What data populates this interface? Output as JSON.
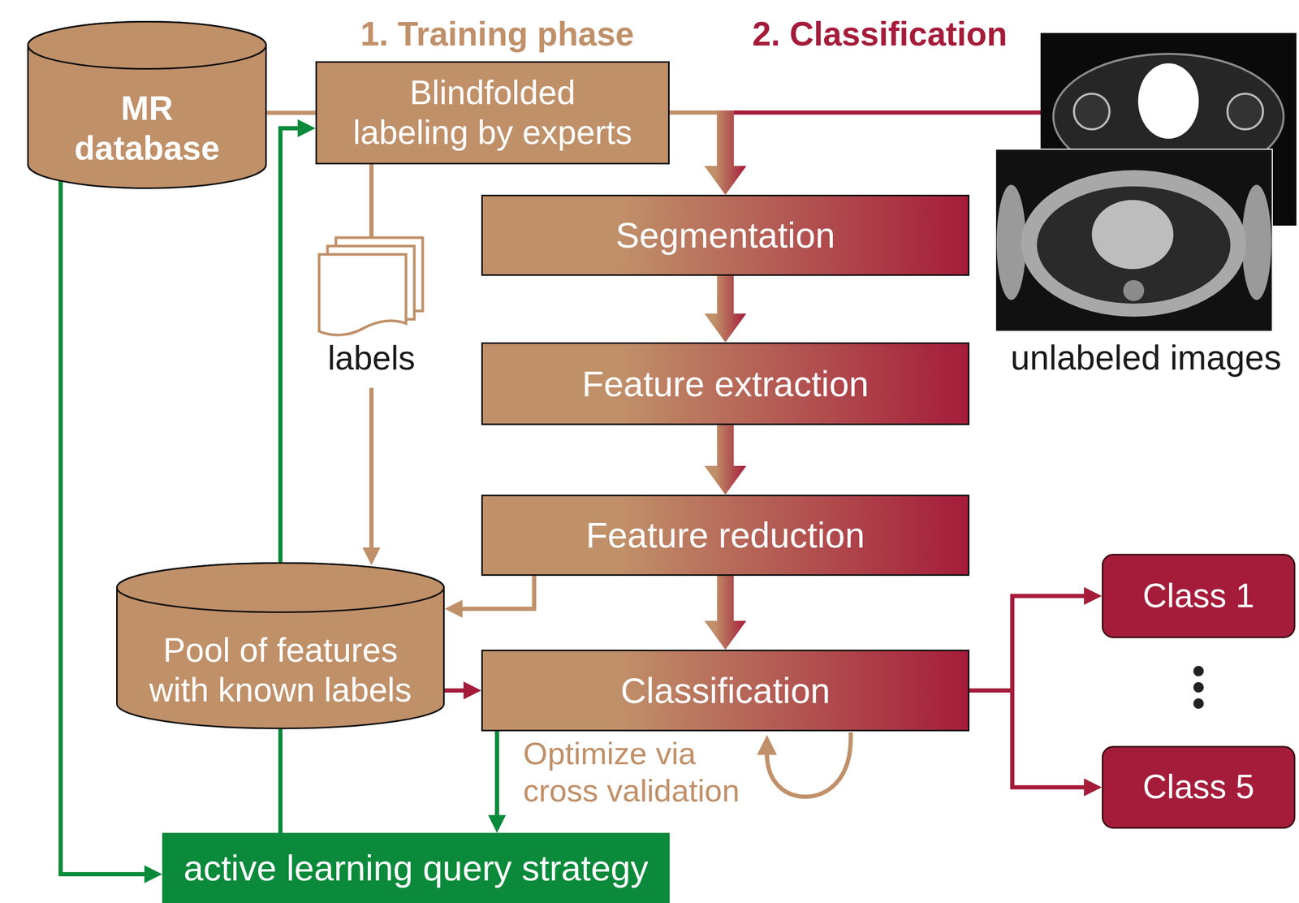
{
  "diagram": {
    "nodes": [
      {
        "text": [
          "MR database"
        ]
      },
      {
        "text": [
          "Blindfolded labeling by experts"
        ]
      },
      {
        "text": [
          "unlabeled images"
        ]
      },
      {
        "text": [
          "Segmentation"
        ]
      },
      {
        "text": [
          "labels"
        ]
      },
      {
        "text": [
          "Feature extraction"
        ]
      },
      {
        "text": [
          "Feature reduction"
        ]
      },
      {
        "text": [
          "Pool of features with known labels"
        ]
      },
      {
        "text": [
          "Classification"
        ]
      },
      {
        "text": [
          "Class 1"
        ]
      },
      {
        "text": [
          "Class 5"
        ]
      },
      {
        "text": [
          "active learning query strategy"
        ]
      }
    ],
    "edges": [
      {
        "from": 0,
        "to": 1,
        "arrow": "none"
      },
      {
        "from": 1,
        "to": 3,
        "arrow": "to"
      },
      {
        "from": 2,
        "to": 3,
        "arrow": "to"
      },
      {
        "from": 3,
        "to": 5,
        "arrow": "to"
      },
      {
        "from": 5,
        "to": 6,
        "arrow": "to"
      },
      {
        "from": 6,
        "to": 8,
        "arrow": "to"
      },
      {
        "from": 1,
        "to": 4,
        "arrow": "none"
      },
      {
        "from": 4,
        "to": 7,
        "arrow": "to"
      },
      {
        "from": 6,
        "to": 7,
        "arrow": "to"
      },
      {
        "from": 7,
        "to": 8,
        "arrow": "to"
      },
      {
        "from": 8,
        "to": 9,
        "arrow": "to"
      },
      {
        "from": 8,
        "to": 10,
        "arrow": "to"
      },
      {
        "from": 8,
        "to": 11,
        "arrow": "to"
      },
      {
        "from": 0,
        "to": 11,
        "arrow": "to"
      },
      {
        "from": 11,
        "to": 7,
        "arrow": "none"
      },
      {
        "from": 7,
        "to": 1,
        "arrow": "to"
      }
    ],
    "labels": [
      "1. Training phase",
      "2. Classification",
      "Optimize via cross validation"
    ]
  }
}
